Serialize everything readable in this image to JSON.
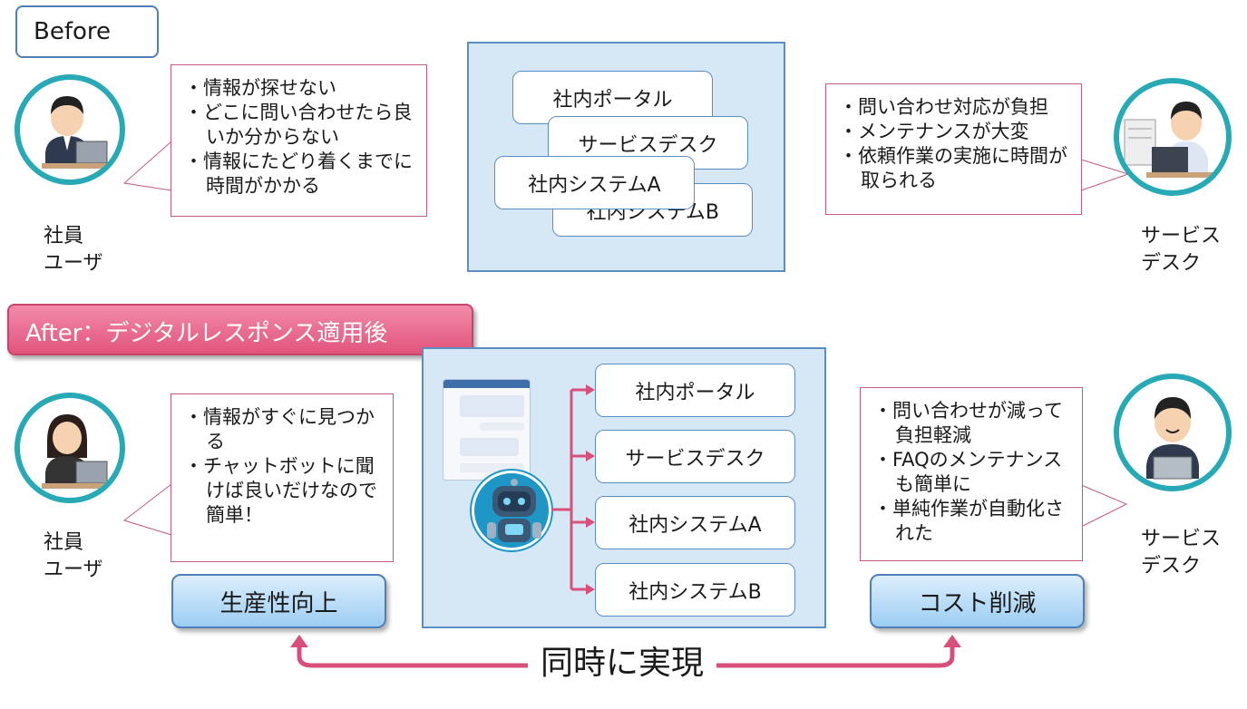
{
  "before": {
    "label": "Before",
    "user_label_line1": "社員",
    "user_label_line2": "ユーザ",
    "user_issues": [
      "情報が探せない",
      "どこに問い合わせたら良いか分からない",
      "情報にたどり着くまでに時間がかかる"
    ],
    "systems": [
      "社内ポータル",
      "サービスデスク",
      "社内システムA",
      "社内システムB"
    ],
    "desk_issues": [
      "問い合わせ対応が負担",
      "メンテナンスが大変",
      "依頼作業の実施に時間が取られる"
    ],
    "desk_label_line1": "サービス",
    "desk_label_line2": "デスク"
  },
  "after": {
    "label": "After：デジタルレスポンス適用後",
    "user_label_line1": "社員",
    "user_label_line2": "ユーザ",
    "user_benefits": [
      "情報がすぐに見つかる",
      "チャットボットに聞けば良いだけなので簡単！"
    ],
    "systems": [
      "社内ポータル",
      "サービスデスク",
      "社内システムA",
      "社内システムB"
    ],
    "desk_benefits": [
      "問い合わせが減って負担軽減",
      "FAQのメンテナンスも簡単に",
      "単純作業が自動化された"
    ],
    "desk_label_line1": "サービス",
    "desk_label_line2": "デスク",
    "productivity": "生産性向上",
    "cost_reduction": "コスト削減",
    "simultaneous": "同時に実現"
  },
  "colors": {
    "teal": "#27a9b6",
    "pink": "#d94f7b",
    "blue": "#5b8fc4",
    "panel": "#d6e8f6"
  }
}
